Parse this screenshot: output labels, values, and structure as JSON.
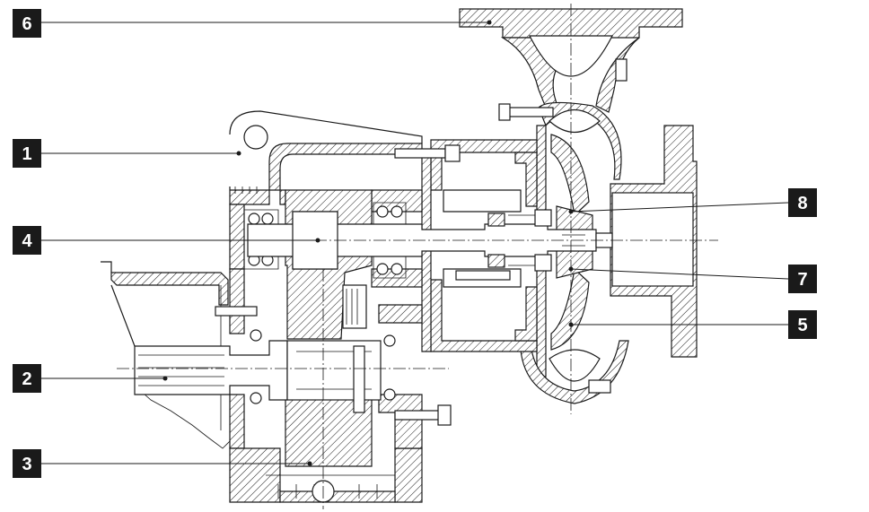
{
  "callouts": [
    {
      "id": "1",
      "label": "1"
    },
    {
      "id": "2",
      "label": "2"
    },
    {
      "id": "3",
      "label": "3"
    },
    {
      "id": "4",
      "label": "4"
    },
    {
      "id": "5",
      "label": "5"
    },
    {
      "id": "6",
      "label": "6"
    },
    {
      "id": "7",
      "label": "7"
    },
    {
      "id": "8",
      "label": "8"
    }
  ],
  "colors": {
    "badge": "#1a1a1a",
    "line": "#1a1a1a",
    "background": "#ffffff"
  }
}
